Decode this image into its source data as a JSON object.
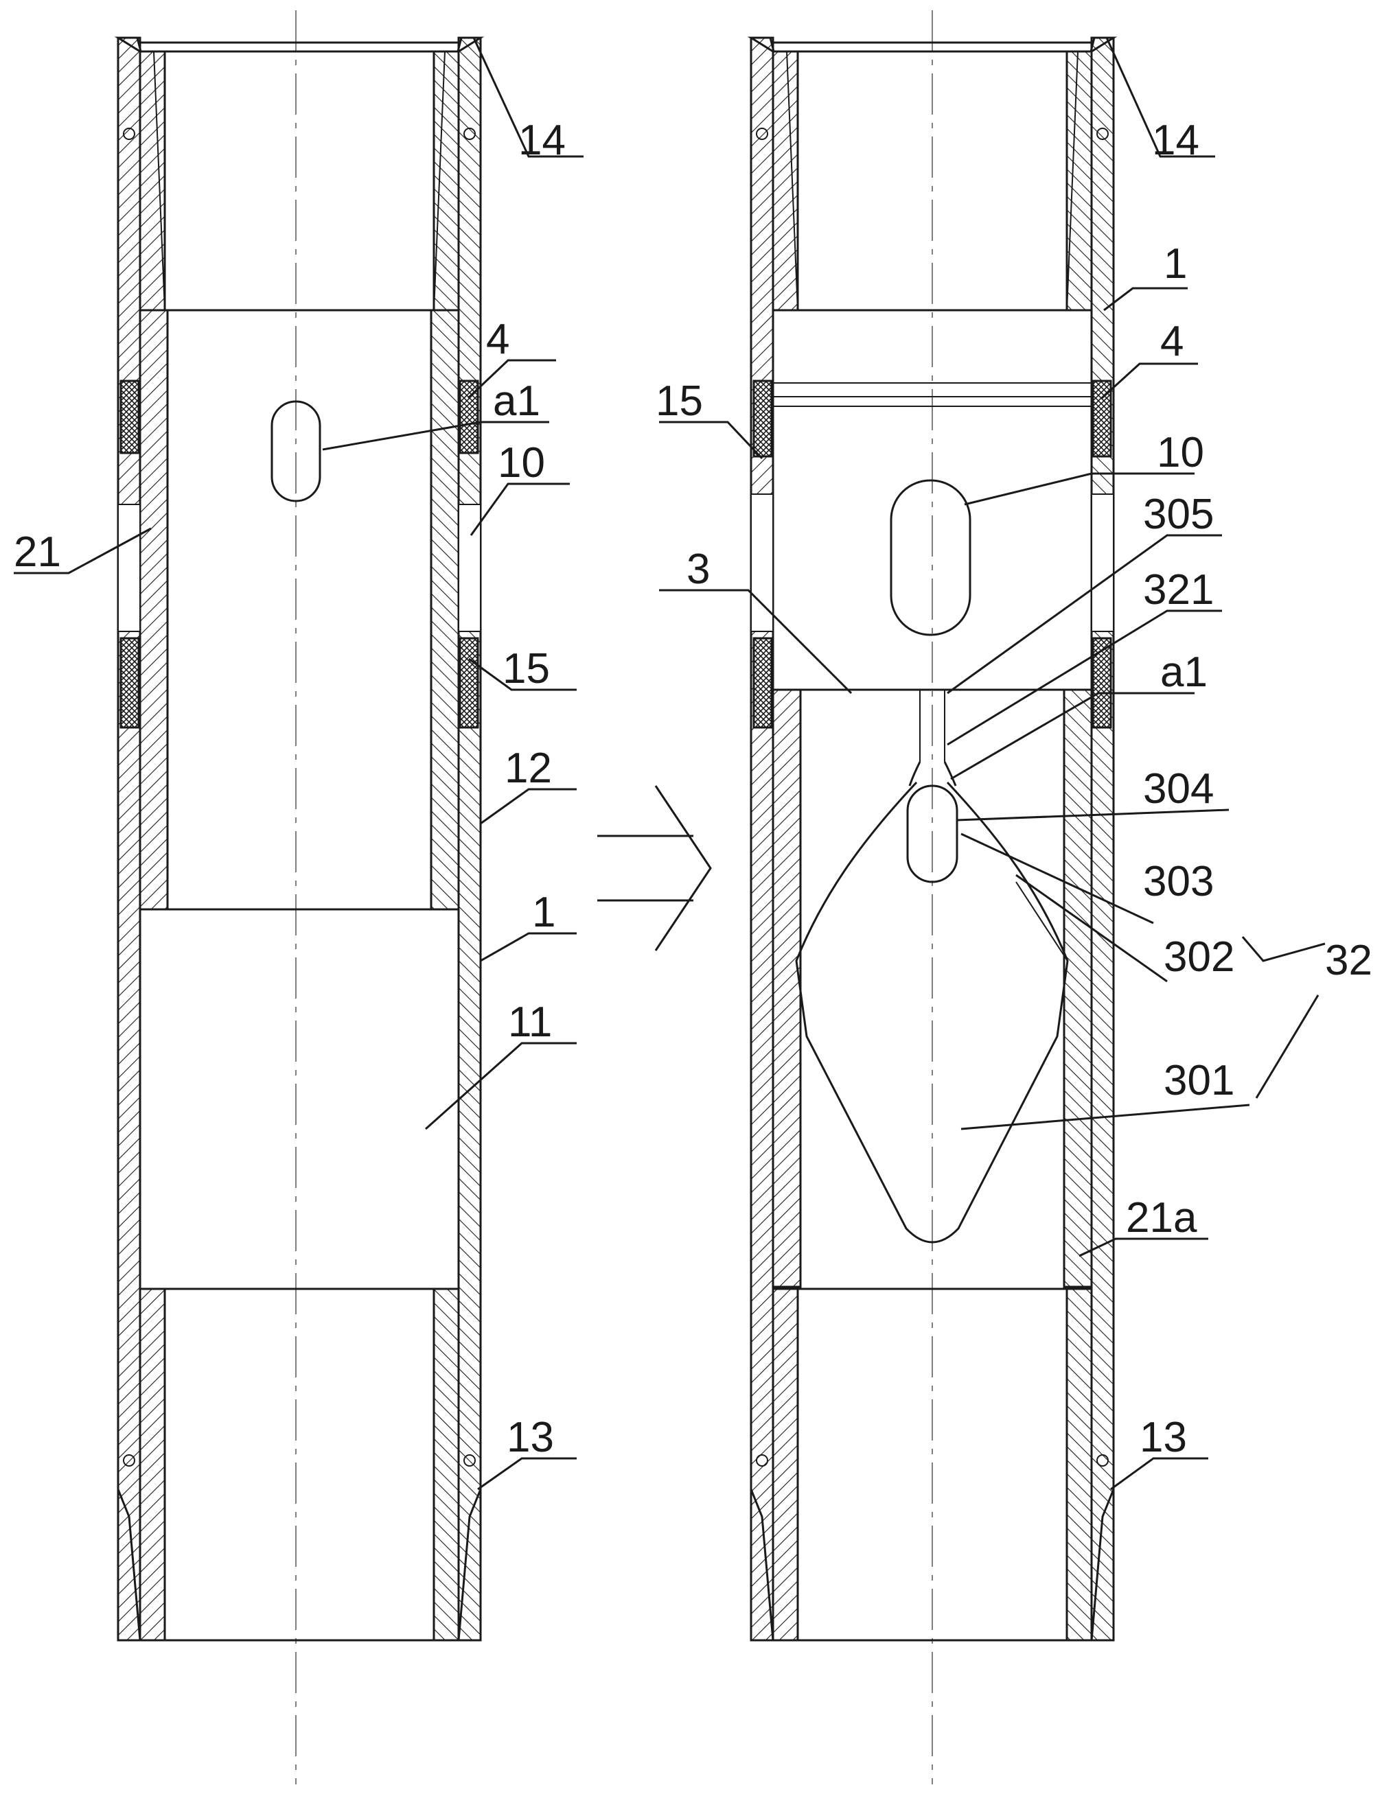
{
  "figure": {
    "left_view": {
      "labels": {
        "l14": "14",
        "l4": "4",
        "la1": "a1",
        "l10": "10",
        "l21": "21",
        "l15": "15",
        "l12": "12",
        "l1": "1",
        "l11": "11",
        "l13": "13"
      }
    },
    "right_view": {
      "labels": {
        "l14": "14",
        "l1": "1",
        "l4": "4",
        "l15": "15",
        "l10": "10",
        "l305": "305",
        "l3": "3",
        "l321": "321",
        "la1": "a1",
        "l304": "304",
        "l303": "303",
        "l302": "302",
        "l32": "32",
        "l301": "301",
        "l21a": "21a",
        "l13": "13"
      }
    }
  }
}
